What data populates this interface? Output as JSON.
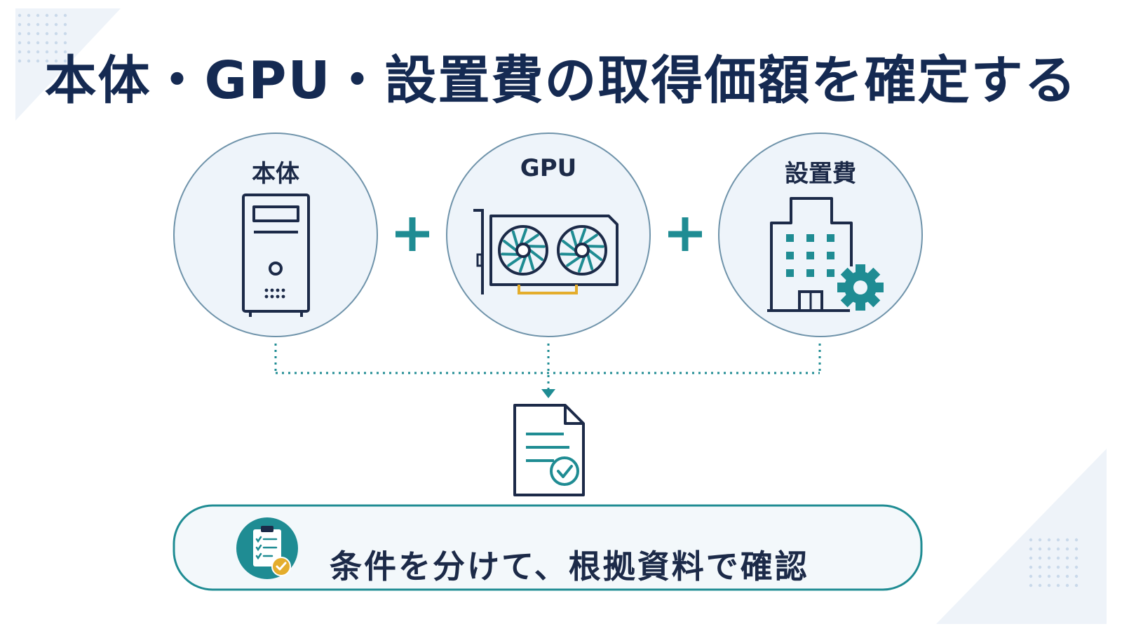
{
  "title": "本体・GPU・設置費の取得価額を確定する",
  "nodes": [
    {
      "label": "本体",
      "icon": "pc-tower-icon"
    },
    {
      "label": "GPU",
      "icon": "graphics-card-icon"
    },
    {
      "label": "設置費",
      "icon": "building-gear-icon"
    }
  ],
  "operators": [
    "+",
    "+"
  ],
  "result_icon": "document-check-icon",
  "summary": {
    "text": "条件を分けて、根拠資料で確認",
    "icon": "clipboard-checklist-icon"
  },
  "colors": {
    "navy": "#1c2a48",
    "teal": "#1f8c93",
    "circle_fill": "#eef4fa",
    "circle_stroke": "#6f93aa",
    "accent_yellow": "#e4ad2c"
  }
}
